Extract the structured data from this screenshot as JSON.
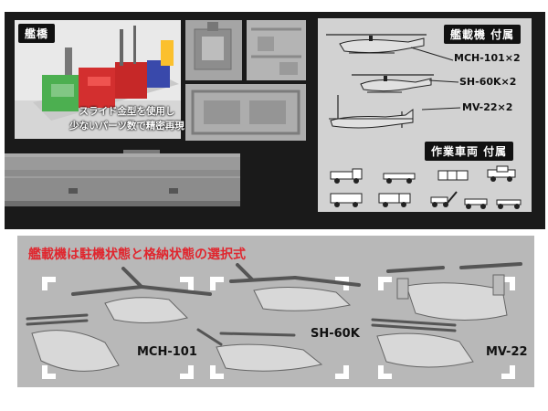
{
  "top": {
    "bridge_title": "艦橋",
    "bridge_caption_line1": "スライド金型を使用し",
    "bridge_caption_line2": "少ないパーツ数で精密再現",
    "aircraft_title": "艦載機 付属",
    "aircraft": [
      {
        "name": "MCH-101×2",
        "icon": "mch101-helicopter-icon"
      },
      {
        "name": "SH-60K×2",
        "icon": "sh60k-helicopter-icon"
      },
      {
        "name": "MV-22×2",
        "icon": "mv22-tiltrotor-icon"
      }
    ],
    "vehicles_title": "作業車両 付属"
  },
  "bottom": {
    "title": "艦載機は駐機状態と格納状態の選択式",
    "labels": [
      "MCH-101",
      "SH-60K",
      "MV-22"
    ]
  },
  "colors": {
    "dark_panel": "#1a1a1a",
    "light_panel": "#d2d2d2",
    "bottom_panel": "#b8b8b8",
    "title_red": "#e0262e"
  }
}
